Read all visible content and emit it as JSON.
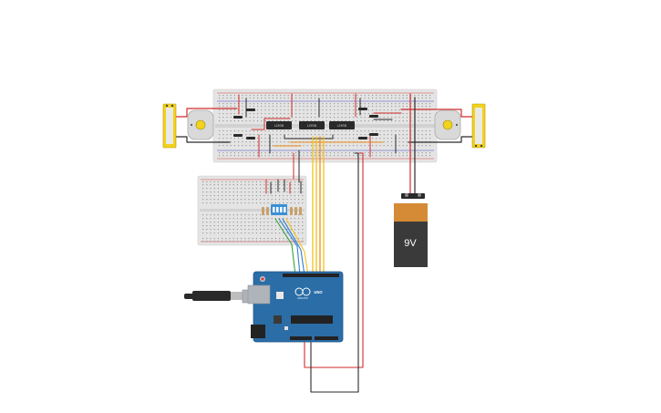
{
  "circuit": {
    "ic_chips": [
      "L293D",
      "L293D",
      "L293D"
    ],
    "battery": {
      "label": "9V"
    },
    "arduino": {
      "logo_text": "UNO",
      "brand_text": "ARDUINO"
    }
  },
  "colors": {
    "wire_red": "#d32b2b",
    "wire_black": "#2a2a2a",
    "wire_yellow": "#f2c21b",
    "wire_orange": "#f08c1a",
    "wire_green": "#3ba33b",
    "wire_blue": "#2f7fd0",
    "arduino_board": "#2b6da6",
    "breadboard": "#e4e4e4",
    "battery_top": "#d58a36",
    "battery_body": "#3a3a3a",
    "motor_body": "#d9d9d9",
    "motor_shaft": "#f2d21b",
    "dip_switch": "#3a8fd6"
  }
}
